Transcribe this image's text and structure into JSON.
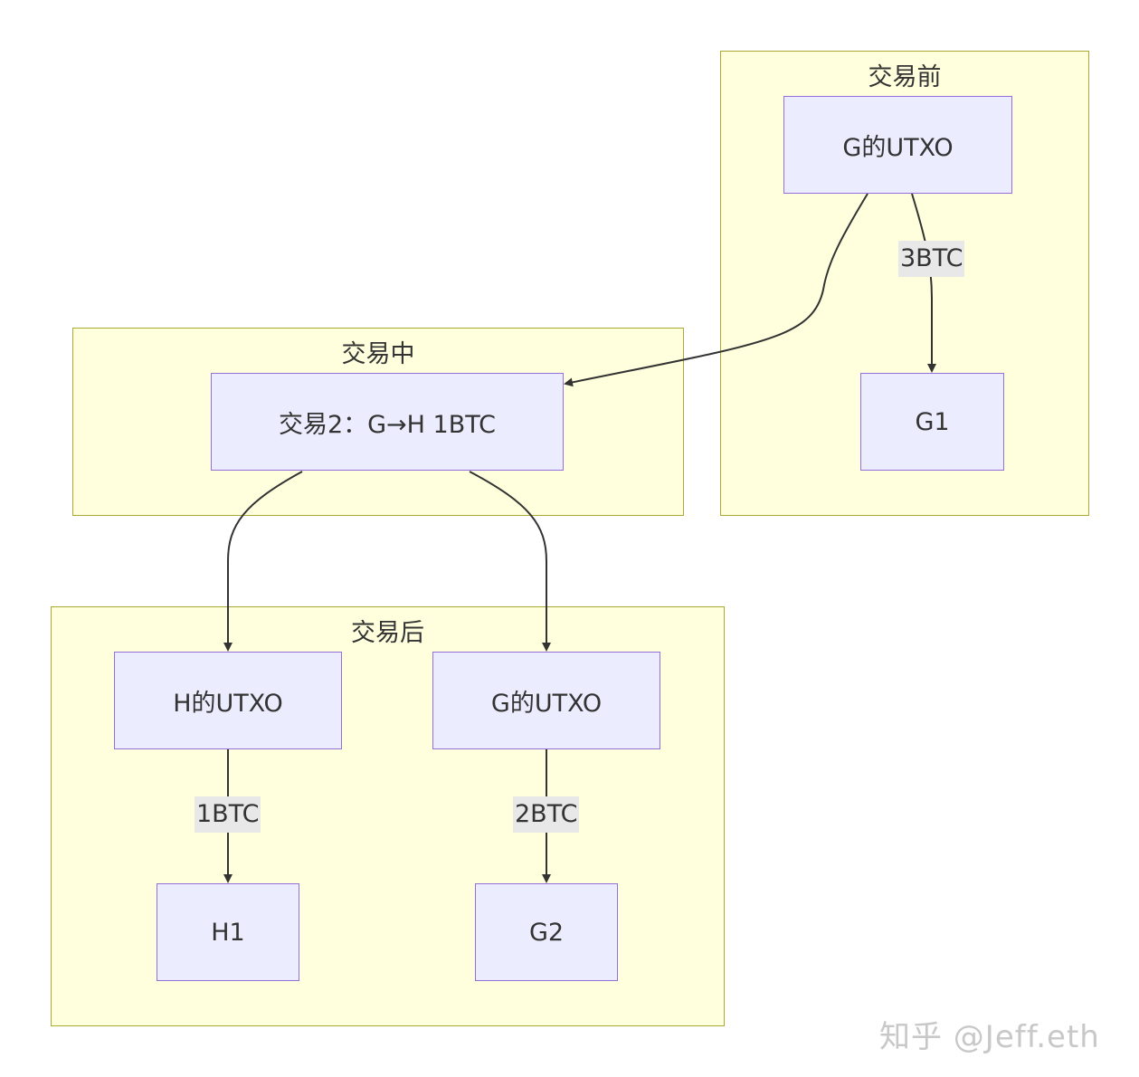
{
  "clusters": {
    "before": {
      "title": "交易前"
    },
    "during": {
      "title": "交易中"
    },
    "after": {
      "title": "交易后"
    }
  },
  "nodes": {
    "g_utxo_before": "G的UTXO",
    "g1": "G1",
    "tx2": "交易2：G→H 1BTC",
    "h_utxo": "H的UTXO",
    "g_utxo_after": "G的UTXO",
    "h1": "H1",
    "g2": "G2"
  },
  "edge_labels": {
    "g_to_g1": "3BTC",
    "h_to_h1": "1BTC",
    "g_to_g2": "2BTC"
  },
  "watermark": "知乎 @Jeff.eth",
  "colors": {
    "cluster_fill": "#ffffde",
    "cluster_border": "#aaaa33",
    "node_fill": "#ececff",
    "node_border": "#9370db",
    "edge": "#333333",
    "edge_label_bg": "#e8e8e8"
  }
}
